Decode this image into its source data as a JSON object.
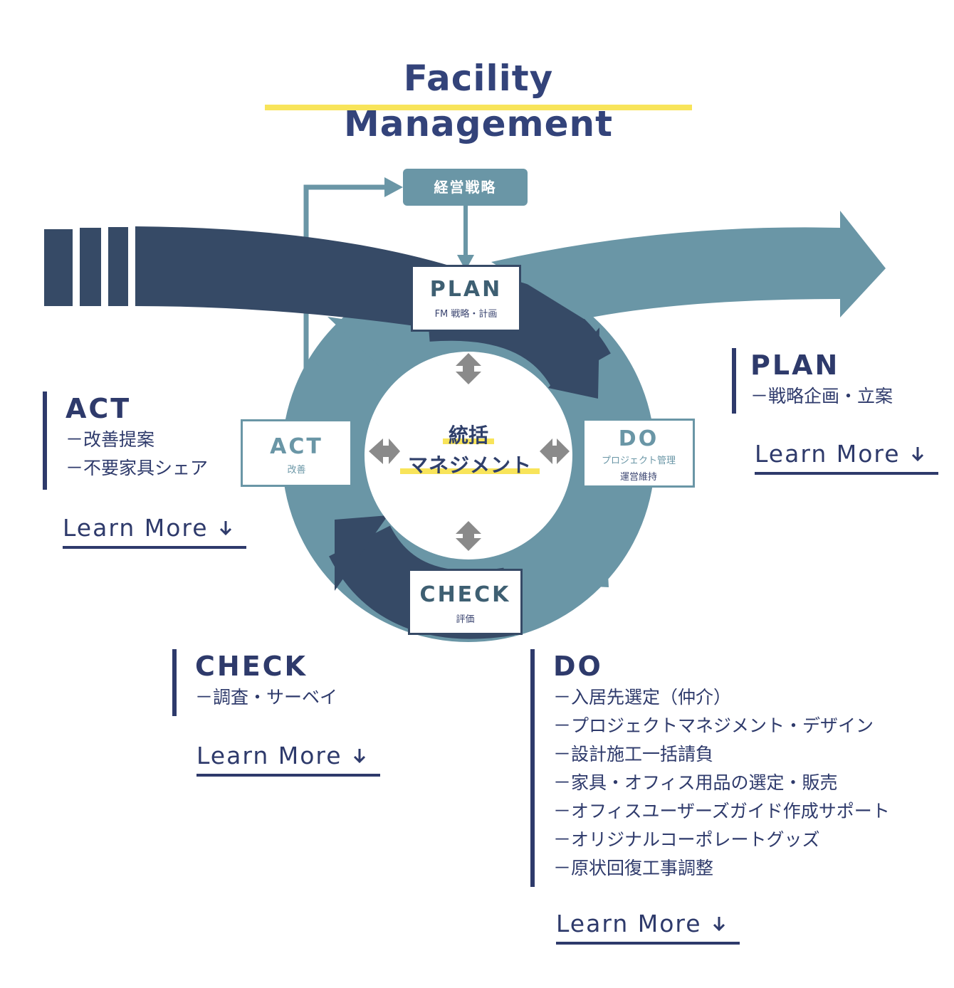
{
  "title": "Facility Management",
  "strategy_box": "経営戦略",
  "center": {
    "line1": "統括",
    "line2": "マネジメント"
  },
  "nodes": {
    "plan": {
      "label": "PLAN",
      "sub": "FM 戦略・計画"
    },
    "do": {
      "label": "DO",
      "sub1": "プロジェクト管理",
      "sub2": "運営維持"
    },
    "check": {
      "label": "CHECK",
      "sub": "評価"
    },
    "act": {
      "label": "ACT",
      "sub": "改善"
    }
  },
  "sections": {
    "plan": {
      "heading": "PLAN",
      "items": [
        "－戦略企画・立案"
      ],
      "link": "Learn More"
    },
    "act": {
      "heading": "ACT",
      "items": [
        "－改善提案",
        "－不要家具シェア"
      ],
      "link": "Learn More"
    },
    "check": {
      "heading": "CHECK",
      "items": [
        "－調査・サーベイ"
      ],
      "link": "Learn More"
    },
    "do": {
      "heading": "DO",
      "items": [
        "－入居先選定（仲介）",
        "－プロジェクトマネジメント・デザイン",
        "－設計施工一括請負",
        "－家具・オフィス用品の選定・販売",
        "－オフィスユーザーズガイド作成サポート",
        "－オリジナルコーポレートグッズ",
        "－原状回復工事調整"
      ],
      "link": "Learn More"
    }
  },
  "colors": {
    "navy": "#364a66",
    "teal": "#6a96a6",
    "text": "#2e3a6b",
    "highlight": "#f8e45a",
    "gray_arrow": "#8a8a8a"
  }
}
